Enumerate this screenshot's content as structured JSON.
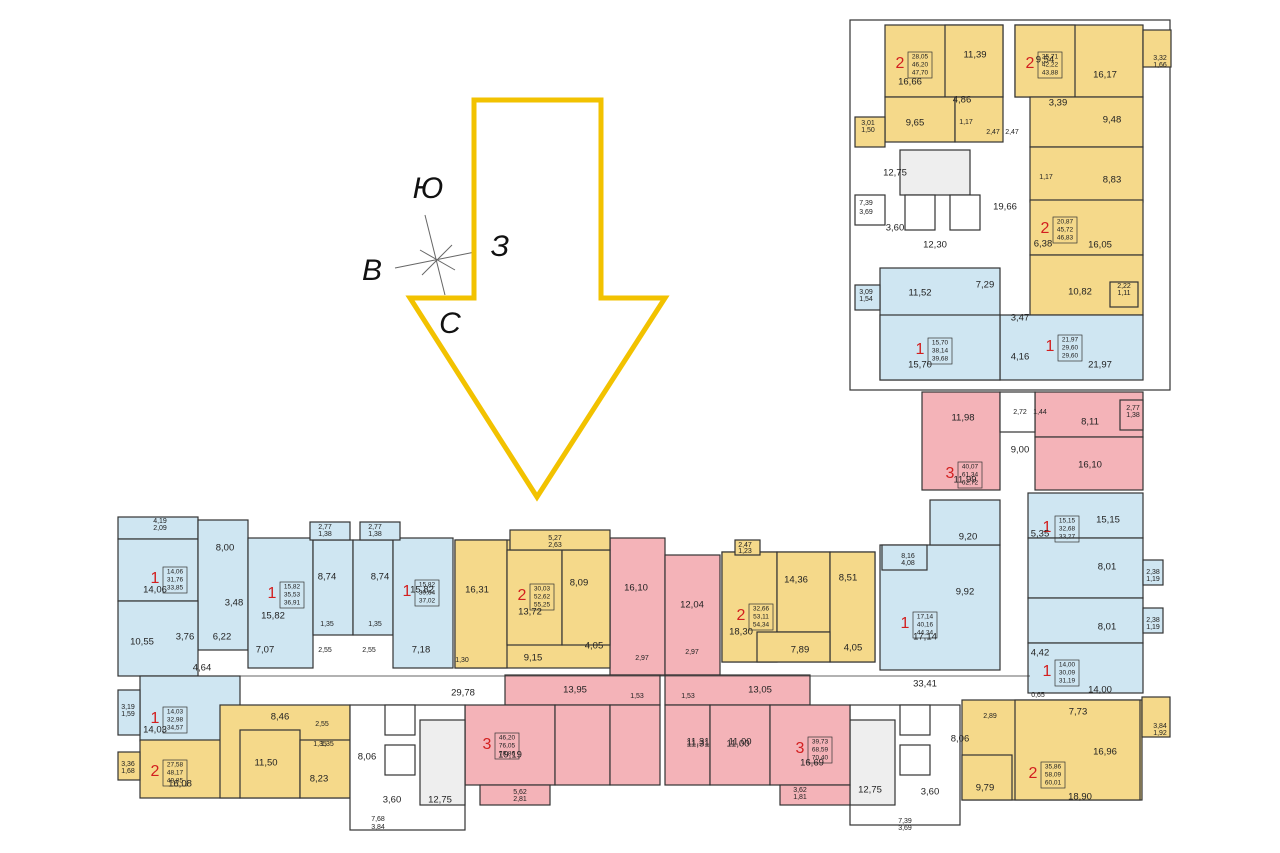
{
  "compass": {
    "north": "Ю",
    "east": "З",
    "west": "В",
    "south": "С"
  },
  "colors": {
    "yellow": "#f5d98a",
    "blue": "#cfe6f2",
    "pink": "#f4b3b8",
    "arrow": "#f2c200",
    "room_count": "#d21f1f"
  },
  "apartments": [
    {
      "rooms": "2",
      "areas": [
        "28,05",
        "46,20",
        "47,70"
      ]
    },
    {
      "rooms": "2",
      "areas": [
        "25,71",
        "42,22",
        "43,88"
      ]
    },
    {
      "rooms": "2",
      "areas": [
        "20,87",
        "45,72",
        "46,83"
      ]
    },
    {
      "rooms": "1",
      "areas": [
        "15,70",
        "38,14",
        "39,68"
      ]
    },
    {
      "rooms": "1",
      "areas": [
        "21,97",
        "29,60",
        "29,60"
      ]
    },
    {
      "rooms": "3",
      "areas": [
        "40,07",
        "61,34",
        "62,72"
      ]
    },
    {
      "rooms": "1",
      "areas": [
        "15,15",
        "32,68",
        "33,27"
      ]
    },
    {
      "rooms": "1",
      "areas": [
        "17,14",
        "40,16",
        "44,24"
      ]
    },
    {
      "rooms": "1",
      "areas": [
        "14,00",
        "30,09",
        "31,19"
      ]
    },
    {
      "rooms": "2",
      "areas": [
        "35,86",
        "58,09",
        "60,01"
      ]
    },
    {
      "rooms": "3",
      "areas": [
        "39,73",
        "68,59",
        "70,40"
      ]
    },
    {
      "rooms": "2",
      "areas": [
        "32,66",
        "53,11",
        "54,34"
      ]
    },
    {
      "rooms": "3",
      "areas": [
        "46,20",
        "76,05",
        "78,86"
      ]
    },
    {
      "rooms": "2",
      "areas": [
        "30,03",
        "52,62",
        "55,25"
      ]
    },
    {
      "rooms": "1",
      "areas": [
        "15,82",
        "39,64",
        "37,02"
      ]
    },
    {
      "rooms": "1",
      "areas": [
        "15,82",
        "35,53",
        "36,91"
      ]
    },
    {
      "rooms": "1",
      "areas": [
        "14,06",
        "31,76",
        "33,85"
      ]
    },
    {
      "rooms": "1",
      "areas": [
        "14,03",
        "32,98",
        "34,57"
      ]
    },
    {
      "rooms": "2",
      "areas": [
        "27,58",
        "48,17",
        "49,85"
      ]
    }
  ],
  "rooms": [
    "16,66",
    "11,39",
    "9,54",
    "16,17",
    "4,86",
    "3,39",
    "9,65",
    "9,48",
    "1,17",
    "2,47",
    "2,47",
    "1,17",
    "8,83",
    "12,75",
    "19,66",
    "6,38",
    "16,05",
    "3,60",
    "12,30",
    "10,82",
    "11,52",
    "7,29",
    "3,47",
    "15,70",
    "21,97",
    "4,16",
    "11,98",
    "2,72",
    "1,44",
    "8,11",
    "9,00",
    "16,10",
    "11,99",
    "5,35",
    "15,15",
    "9,20",
    "9,92",
    "8,01",
    "8,01",
    "17,14",
    "4,42",
    "14,00",
    "33,41",
    "7,73",
    "16,96",
    "9,79",
    "18,90",
    "8,06",
    "3,60",
    "12,75",
    "16,69",
    "11,00",
    "11,31",
    "8,51",
    "14,36",
    "18,30",
    "7,89",
    "4,05",
    "12,04",
    "2,97",
    "13,05",
    "11,31",
    "11,00",
    "19,19",
    "13,95",
    "16,10",
    "2,97",
    "1,53",
    "1,53",
    "8,09",
    "13,72",
    "9,15",
    "16,31",
    "4,05",
    "1,30",
    "15,82",
    "7,18",
    "8,74",
    "8,74",
    "15,82",
    "7,07",
    "8,00",
    "14,06",
    "3,48",
    "6,22",
    "10,55",
    "3,76",
    "4,64",
    "14,03",
    "29,78",
    "8,46",
    "2,55",
    "11,50",
    "8,23",
    "16,08",
    "8,06",
    "3,60",
    "12,75",
    "2,55",
    "2,55",
    "1,35",
    "1,35",
    "1,35",
    "1,35"
  ],
  "balconies": [
    "3,01",
    "1,50",
    "3,32",
    "1,66",
    "7,39",
    "3,69",
    "3,09",
    "1,54",
    "2,22",
    "1,11",
    "2,77",
    "1,38",
    "8,16",
    "4,08",
    "2,38",
    "1,19",
    "2,38",
    "1,19",
    "3,84",
    "1,92",
    "3,62",
    "1,81",
    "2,47",
    "1,23",
    "5,27",
    "2,63",
    "5,62",
    "2,81",
    "2,77",
    "1,38",
    "2,77",
    "1,38",
    "4,19",
    "2,09",
    "3,19",
    "1,59",
    "3,36",
    "1,68",
    "7,68",
    "3,84",
    "7,39",
    "3,69",
    "0,65",
    "2,89"
  ]
}
